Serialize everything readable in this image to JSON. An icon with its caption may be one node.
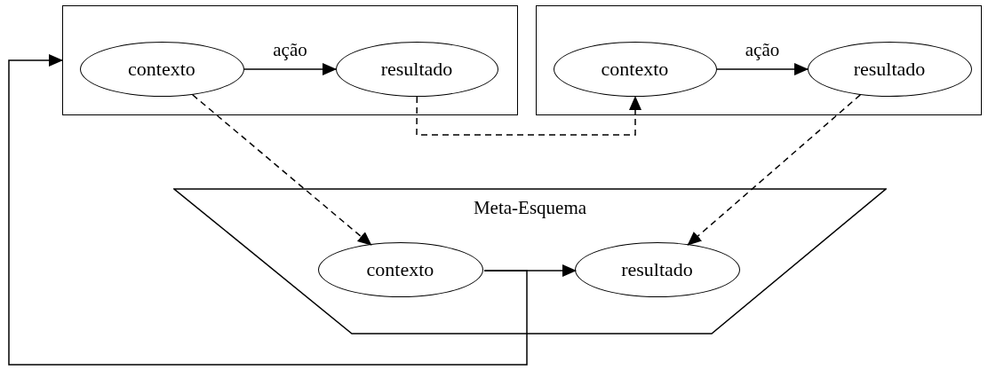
{
  "diagram": {
    "nodes": [
      {
        "text": [],
        "shape": "box"
      },
      {
        "text": [
          "contexto"
        ],
        "in": 0
      },
      {
        "text": [
          "resultado"
        ],
        "in": 0
      },
      {
        "text": [],
        "shape": "box"
      },
      {
        "text": [
          "contexto"
        ],
        "in": 3
      },
      {
        "text": [
          "resultado"
        ],
        "in": 3
      },
      {
        "text": [
          "Meta-Esquema"
        ]
      },
      {
        "text": [
          "contexto"
        ],
        "in": 6
      },
      {
        "text": [
          "resultado"
        ],
        "in": 6
      }
    ],
    "edges": [
      {
        "from": 1,
        "to": 2,
        "arrow": "to",
        "label": "ação"
      },
      {
        "from": 4,
        "to": 5,
        "arrow": "to",
        "label": "ação"
      },
      {
        "from": 2,
        "to": 4,
        "arrow": "to",
        "style": "dashed"
      },
      {
        "from": 1,
        "to": 7,
        "arrow": "to",
        "style": "dashed"
      },
      {
        "from": 5,
        "to": 8,
        "arrow": "to",
        "style": "dashed"
      },
      {
        "from": 7,
        "to": 8,
        "arrow": "to"
      },
      {
        "from": 7,
        "to": 0,
        "arrow": "to"
      }
    ]
  }
}
